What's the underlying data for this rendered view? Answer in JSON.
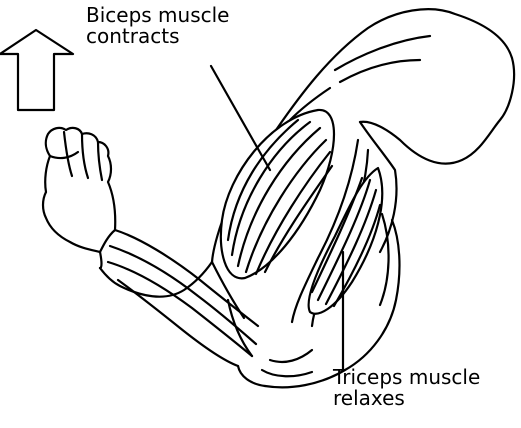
{
  "labels": {
    "biceps": {
      "line1": "Biceps muscle",
      "line2": "contracts"
    },
    "triceps": {
      "line1": "Triceps muscle",
      "line2": "relaxes"
    }
  },
  "arrow": {
    "direction": "up"
  },
  "colors": {
    "stroke": "#000000",
    "fill": "#ffffff"
  }
}
